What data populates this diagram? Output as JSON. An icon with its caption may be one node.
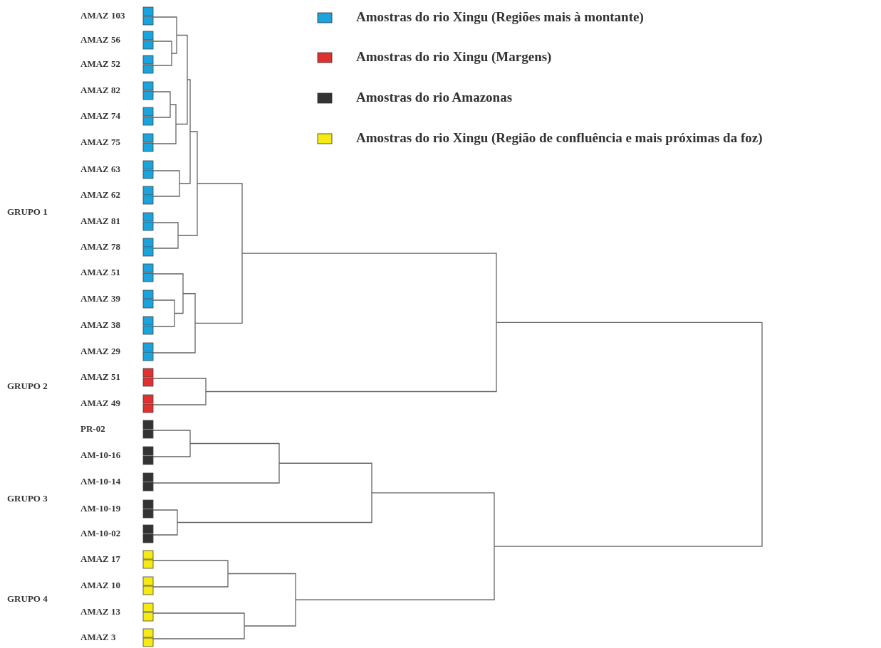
{
  "diagram": {
    "labels": [
      "AMAZ 103",
      "AMAZ 56",
      "AMAZ 52",
      "AMAZ 82",
      "AMAZ 74",
      "AMAZ 75",
      "AMAZ 63",
      "AMAZ 62",
      "GRUPO 1",
      "AMAZ 81",
      "AMAZ 78",
      "AMAZ 51",
      "AMAZ 39",
      "AMAZ 38",
      "AMAZ 29",
      "AMAZ 51",
      "GRUPO 2",
      "AMAZ 49",
      "PR-02",
      "AM-10-16",
      "AM-10-14",
      "GRUPO 3",
      "AM-10-19",
      "AM-10-02",
      "AMAZ 17",
      "AMAZ 10",
      "GRUPO 4",
      "AMAZ 13",
      "AMAZ 3"
    ],
    "legend": [
      {
        "text": "Amostras do rio Xingu (Regiões mais à montante)",
        "color": "#1aa3dc"
      },
      {
        "text": "Amostras do rio Xingu (Margens)",
        "color": "#e03030"
      },
      {
        "text": "Amostras do rio Amazonas",
        "color": "#333333"
      },
      {
        "text": "Amostras do rio Xingu (Região de confluência e mais próximas da foz)",
        "color": "#f5ea14"
      }
    ]
  }
}
